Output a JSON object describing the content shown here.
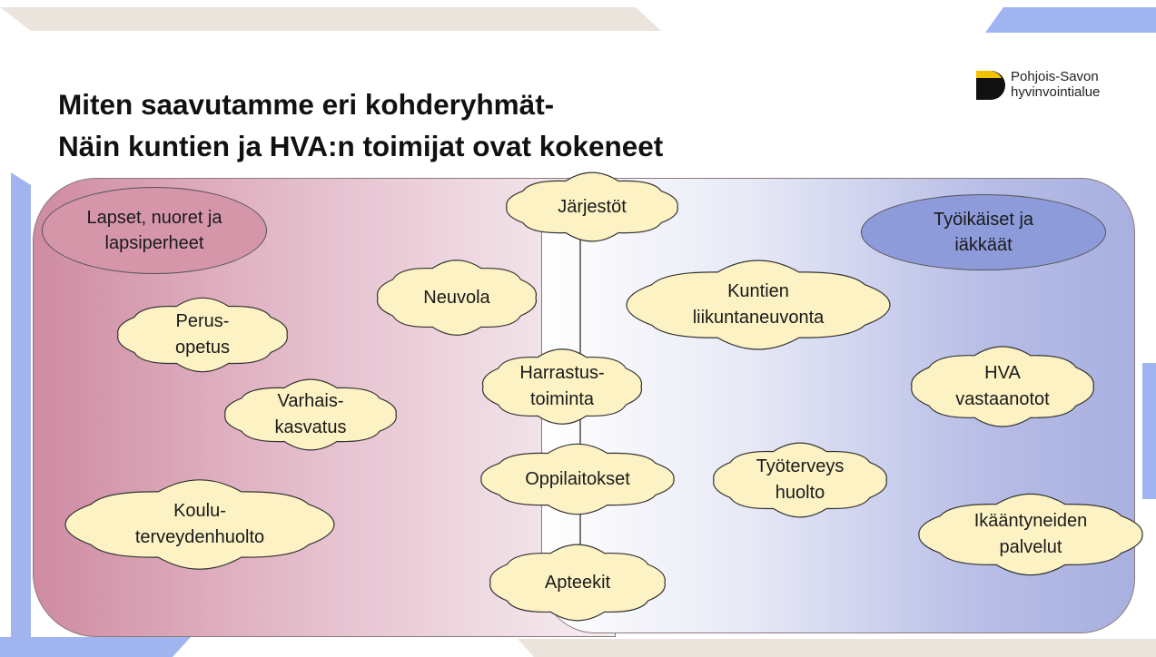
{
  "slide": {
    "title_line1": "Miten saavutamme eri kohderyhmät-",
    "title_line2": "Näin kuntien ja HVA:n toimijat ovat kokeneet",
    "logo_line1": "Pohjois-Savon",
    "logo_line2": "hyvinvointialue"
  },
  "groups": {
    "children": {
      "line1": "Lapset, nuoret ja",
      "line2": "lapsiperheet"
    },
    "adults": {
      "line1": "Työikäiset ja",
      "line2": "iäkkäät"
    }
  },
  "services": {
    "jarjestot": [
      "Järjestöt"
    ],
    "neuvola": [
      "Neuvola"
    ],
    "perusopetus": [
      "Perus-",
      "opetus"
    ],
    "varhaiskasvatus": [
      "Varhais-",
      "kasvatus"
    ],
    "kouluterveydenhuolto": [
      "Koulu-",
      "terveydenhuolto"
    ],
    "harrastustoiminta": [
      "Harrastus-",
      "toiminta"
    ],
    "oppilaitokset": [
      "Oppilaitokset"
    ],
    "apteekit": [
      "Apteekit"
    ],
    "liikuntaneuvonta": [
      "Kuntien",
      "liikuntaneuvonta"
    ],
    "hva_vastaanotot": [
      "HVA",
      "vastaanotot"
    ],
    "tyoterveyshuolto": [
      "Työterveys",
      "huolto"
    ],
    "ikaantyneiden_palvelut": [
      "Ikääntyneiden",
      "palvelut"
    ]
  },
  "colors": {
    "cloud_fill": "#fdf2c4",
    "children_accent": "#d596aa",
    "adults_accent": "#8d9bdb",
    "deco_blue": "#a0b4f0",
    "deco_beige": "#ebe4dc"
  }
}
